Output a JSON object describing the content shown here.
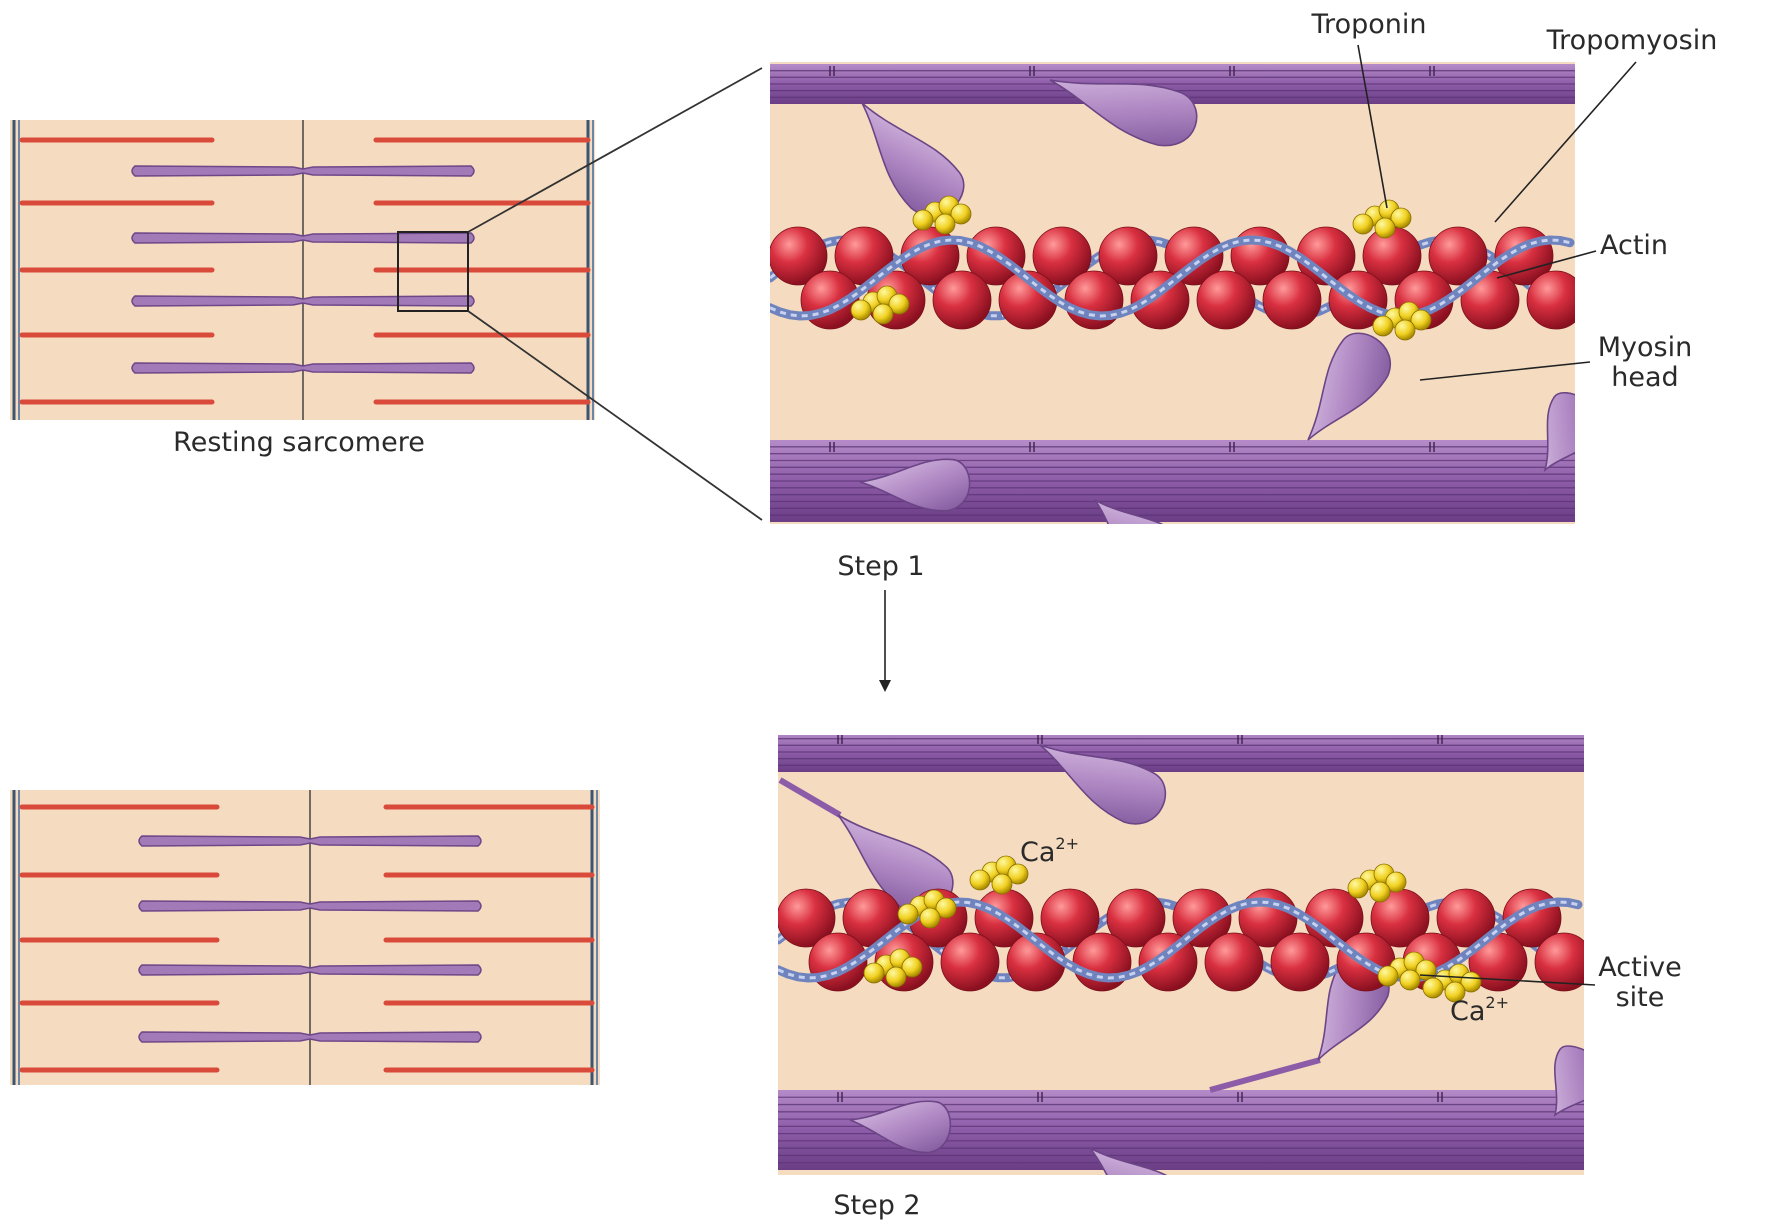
{
  "sarcomere_panels": {
    "resting_caption": "Resting sarcomere"
  },
  "steps": {
    "step1": "Step 1",
    "step2": "Step 2"
  },
  "labels": {
    "troponin": "Troponin",
    "tropomyosin": "Tropomyosin",
    "actin": "Actin",
    "myosin_head": [
      "Myosin",
      "head"
    ],
    "active_site": [
      "Active",
      "site"
    ],
    "calcium_base": "Ca",
    "calcium_charge": "2+"
  },
  "colors": {
    "background_panel": "#f5dcc0",
    "actin_red": "#d42a36",
    "thin_filament_red": "#d94a3a",
    "myosin_purple": "#a476b8",
    "thick_filament_dark": "#7a4a93",
    "troponin_yellow": "#f0d020",
    "tropomyosin_blue": "#7d92c8"
  }
}
